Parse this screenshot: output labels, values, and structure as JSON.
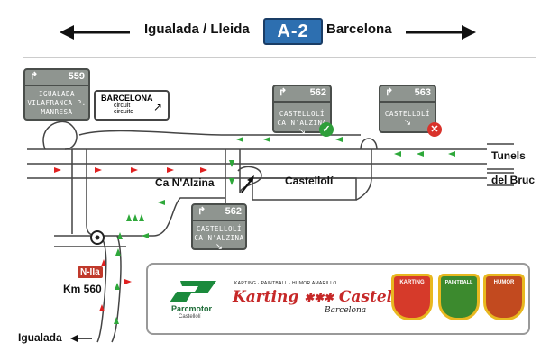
{
  "header": {
    "left_destination": "Igualada / Lleida",
    "motorway": "A-2",
    "right_destination": "Barcelona"
  },
  "signs": {
    "exit_559": {
      "number": "559",
      "lines": [
        "IGUALADA",
        "VILAFRANCA P.",
        "MANRESA"
      ]
    },
    "barcelona_sign": {
      "title": "BARCELONA",
      "sub1": "circuit",
      "sub2": "circuito"
    },
    "exit_562_top": {
      "number": "562",
      "lines": [
        "CASTELLOLÍ",
        "CA N'ALZINA"
      ]
    },
    "exit_563": {
      "number": "563",
      "lines": [
        "CASTELLOLÍ"
      ]
    },
    "exit_562_bottom": {
      "number": "562",
      "lines": [
        "CASTELLOLÍ",
        "CA N'ALZINA"
      ]
    }
  },
  "labels": {
    "tunels": "Tunels",
    "del_bruc": "del Bruc",
    "ca_nalzina": "Ca N'Alzina",
    "castelloli": "Castellolí",
    "n2a": "N-IIa",
    "km560": "Km 560",
    "igualada": "Igualada"
  },
  "logos": {
    "parcmotor_name": "Parcmotor",
    "parcmotor_sub": "Castellolí",
    "karting_tag": "KARTING · PAINTBALL · HUMOR AMARILLO",
    "karting_title_1": "Karting",
    "karting_title_2": "Castellolí",
    "karting_city": "Barcelona",
    "badge_1": "KARTING",
    "badge_2": "PAINTBALL",
    "badge_3": "HUMOR"
  },
  "status": {
    "correct_color": "#2e9e3a",
    "wrong_color": "#d9322b",
    "arrow_red": "#e02020",
    "arrow_green": "#2ea83a"
  }
}
